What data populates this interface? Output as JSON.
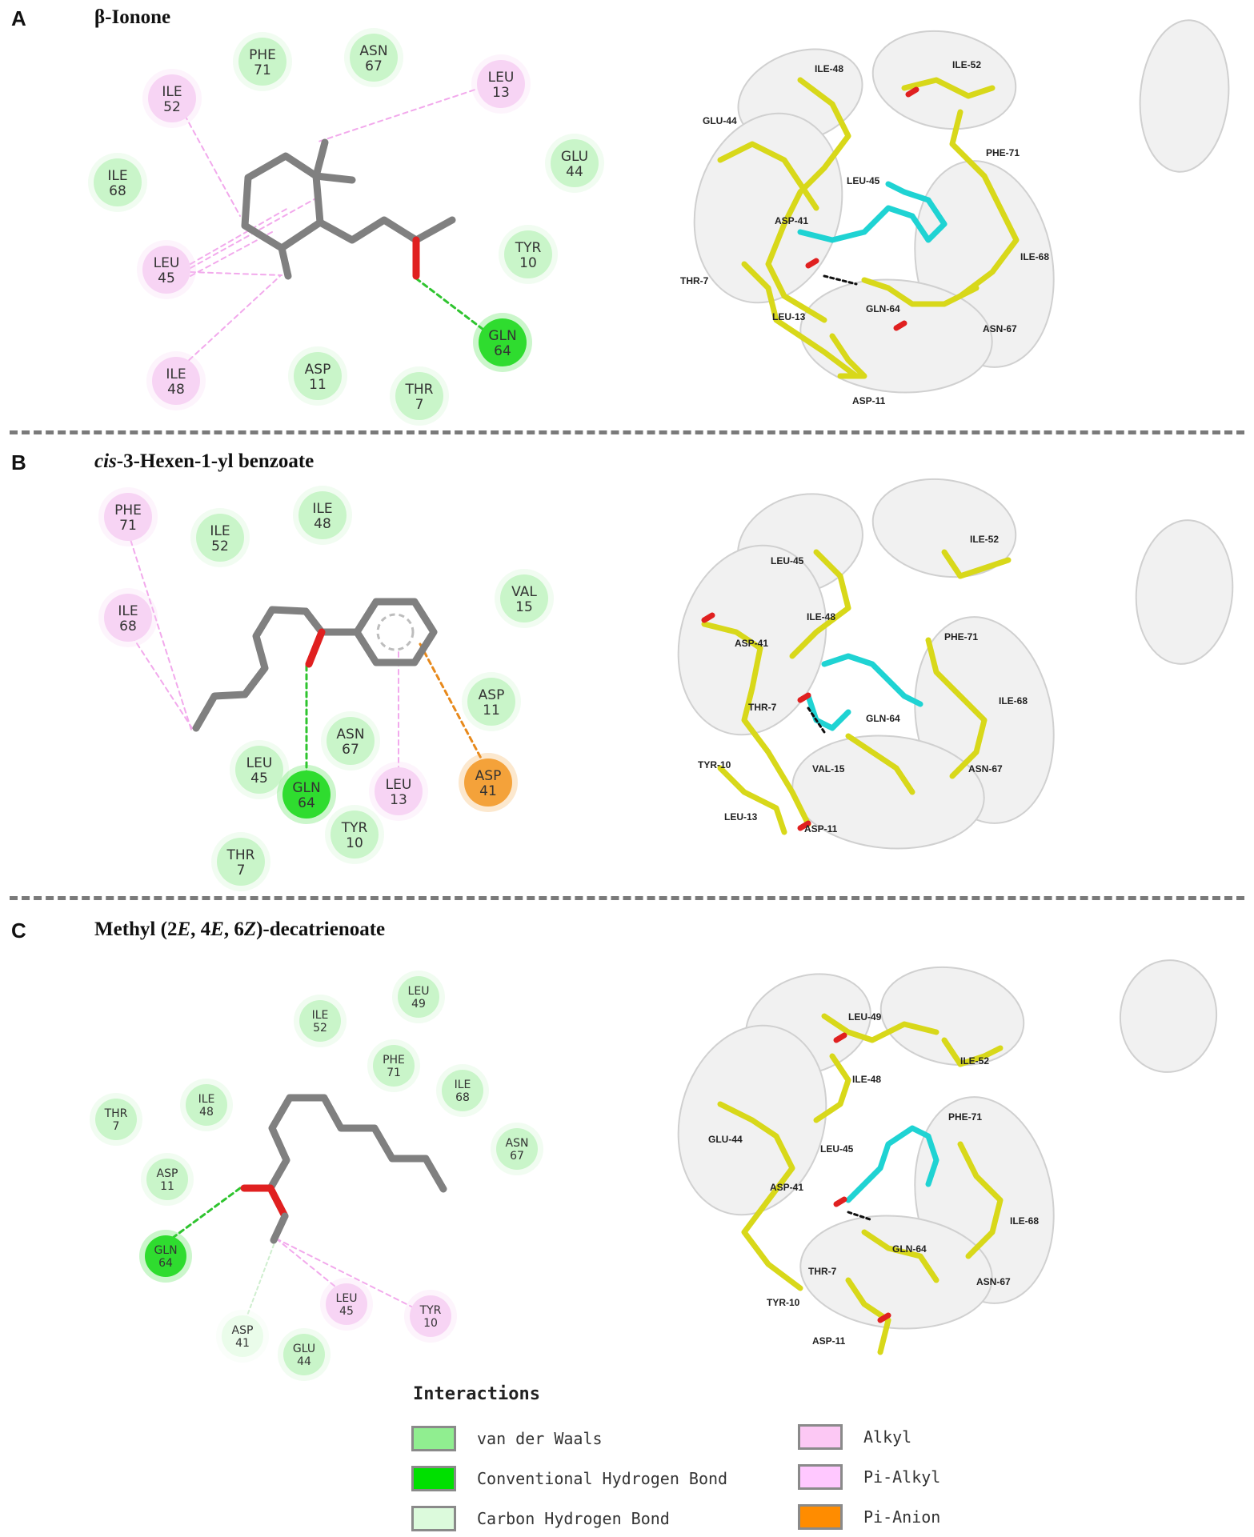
{
  "panels": [
    {
      "letter": "A",
      "title_parts": [
        {
          "t": "β-Ionone",
          "i": false
        }
      ],
      "residues": [
        {
          "name": "ILE",
          "num": "52",
          "type": "alkyl"
        },
        {
          "name": "PHE",
          "num": "71",
          "type": "vdw"
        },
        {
          "name": "ASN",
          "num": "67",
          "type": "vdw"
        },
        {
          "name": "LEU",
          "num": "13",
          "type": "alkyl"
        },
        {
          "name": "ILE",
          "num": "68",
          "type": "vdw"
        },
        {
          "name": "GLU",
          "num": "44",
          "type": "vdw"
        },
        {
          "name": "LEU",
          "num": "45",
          "type": "alkyl"
        },
        {
          "name": "TYR",
          "num": "10",
          "type": "vdw"
        },
        {
          "name": "GLN",
          "num": "64",
          "type": "hbond"
        },
        {
          "name": "ILE",
          "num": "48",
          "type": "alkyl"
        },
        {
          "name": "ASP",
          "num": "11",
          "type": "vdw"
        },
        {
          "name": "THR",
          "num": "7",
          "type": "vdw"
        }
      ],
      "labels3d": [
        "ILE-48",
        "ILE-52",
        "GLU-44",
        "PHE-71",
        "LEU-45",
        "ASP-41",
        "ILE-68",
        "THR-7",
        "GLN-64",
        "LEU-13",
        "ASN-67",
        "ASP-11"
      ]
    },
    {
      "letter": "B",
      "title_parts": [
        {
          "t": "cis",
          "i": true
        },
        {
          "t": "-3-Hexen-1-yl benzoate",
          "i": false
        }
      ],
      "residues": [
        {
          "name": "PHE",
          "num": "71",
          "type": "alkyl"
        },
        {
          "name": "ILE",
          "num": "52",
          "type": "vdw"
        },
        {
          "name": "ILE",
          "num": "48",
          "type": "vdw"
        },
        {
          "name": "ILE",
          "num": "68",
          "type": "alkyl"
        },
        {
          "name": "VAL",
          "num": "15",
          "type": "vdw"
        },
        {
          "name": "ASP",
          "num": "11",
          "type": "vdw"
        },
        {
          "name": "ASN",
          "num": "67",
          "type": "vdw"
        },
        {
          "name": "LEU",
          "num": "45",
          "type": "vdw"
        },
        {
          "name": "GLN",
          "num": "64",
          "type": "hbond"
        },
        {
          "name": "LEU",
          "num": "13",
          "type": "alkyl"
        },
        {
          "name": "ASP",
          "num": "41",
          "type": "pianion"
        },
        {
          "name": "TYR",
          "num": "10",
          "type": "vdw"
        },
        {
          "name": "THR",
          "num": "7",
          "type": "vdw"
        }
      ],
      "labels3d": [
        "LEU-45",
        "ILE-52",
        "ILE-48",
        "ASP-41",
        "PHE-71",
        "THR-7",
        "GLN-64",
        "ILE-68",
        "TYR-10",
        "VAL-15",
        "ASN-67",
        "LEU-13",
        "ASP-11"
      ]
    },
    {
      "letter": "C",
      "title_parts": [
        {
          "t": "Methyl (2",
          "i": false
        },
        {
          "t": "E",
          "i": true
        },
        {
          "t": ", 4",
          "i": false
        },
        {
          "t": "E",
          "i": true
        },
        {
          "t": ", 6",
          "i": false
        },
        {
          "t": "Z",
          "i": true
        },
        {
          "t": ")-decatrienoate",
          "i": false
        }
      ],
      "residues": [
        {
          "name": "LEU",
          "num": "49",
          "type": "vdw"
        },
        {
          "name": "ILE",
          "num": "52",
          "type": "vdw"
        },
        {
          "name": "PHE",
          "num": "71",
          "type": "vdw"
        },
        {
          "name": "ILE",
          "num": "68",
          "type": "vdw"
        },
        {
          "name": "THR",
          "num": "7",
          "type": "vdw"
        },
        {
          "name": "ILE",
          "num": "48",
          "type": "vdw"
        },
        {
          "name": "ASN",
          "num": "67",
          "type": "vdw"
        },
        {
          "name": "ASP",
          "num": "11",
          "type": "vdw"
        },
        {
          "name": "GLN",
          "num": "64",
          "type": "hbond"
        },
        {
          "name": "LEU",
          "num": "45",
          "type": "alkyl"
        },
        {
          "name": "TYR",
          "num": "10",
          "type": "alkyl"
        },
        {
          "name": "ASP",
          "num": "41",
          "type": "chbond"
        },
        {
          "name": "GLU",
          "num": "44",
          "type": "vdw"
        }
      ],
      "labels3d": [
        "LEU-49",
        "ILE-48",
        "ILE-52",
        "GLU-44",
        "LEU-45",
        "PHE-71",
        "ASP-41",
        "ILE-68",
        "GLN-64",
        "THR-7",
        "ASN-67",
        "TYR-10",
        "ASP-11"
      ]
    }
  ],
  "legend": {
    "title": "Interactions",
    "items": [
      {
        "label": "van der Waals",
        "color": "#90ee90"
      },
      {
        "label": "Conventional Hydrogen Bond",
        "color": "#00e000"
      },
      {
        "label": "Carbon Hydrogen Bond",
        "color": "#dcfadc"
      },
      {
        "label": "Alkyl",
        "color": "#fcc8f4"
      },
      {
        "label": "Pi-Alkyl",
        "color": "#ffc8ff"
      },
      {
        "label": "Pi-Anion",
        "color": "#ff8c00"
      }
    ]
  },
  "colors": {
    "vdw": "#c9f5c9",
    "hbond": "#2fdc2f",
    "chbond": "#eafcea",
    "alkyl": "#f7d4f4",
    "pianion": "#f4a23a",
    "ligand_2d": "#808080",
    "oxygen": "#e02020",
    "ligand_3d": "#1fd3d3",
    "residue_3d": "#d8d81a",
    "ribbon": "#f1f1f1"
  }
}
